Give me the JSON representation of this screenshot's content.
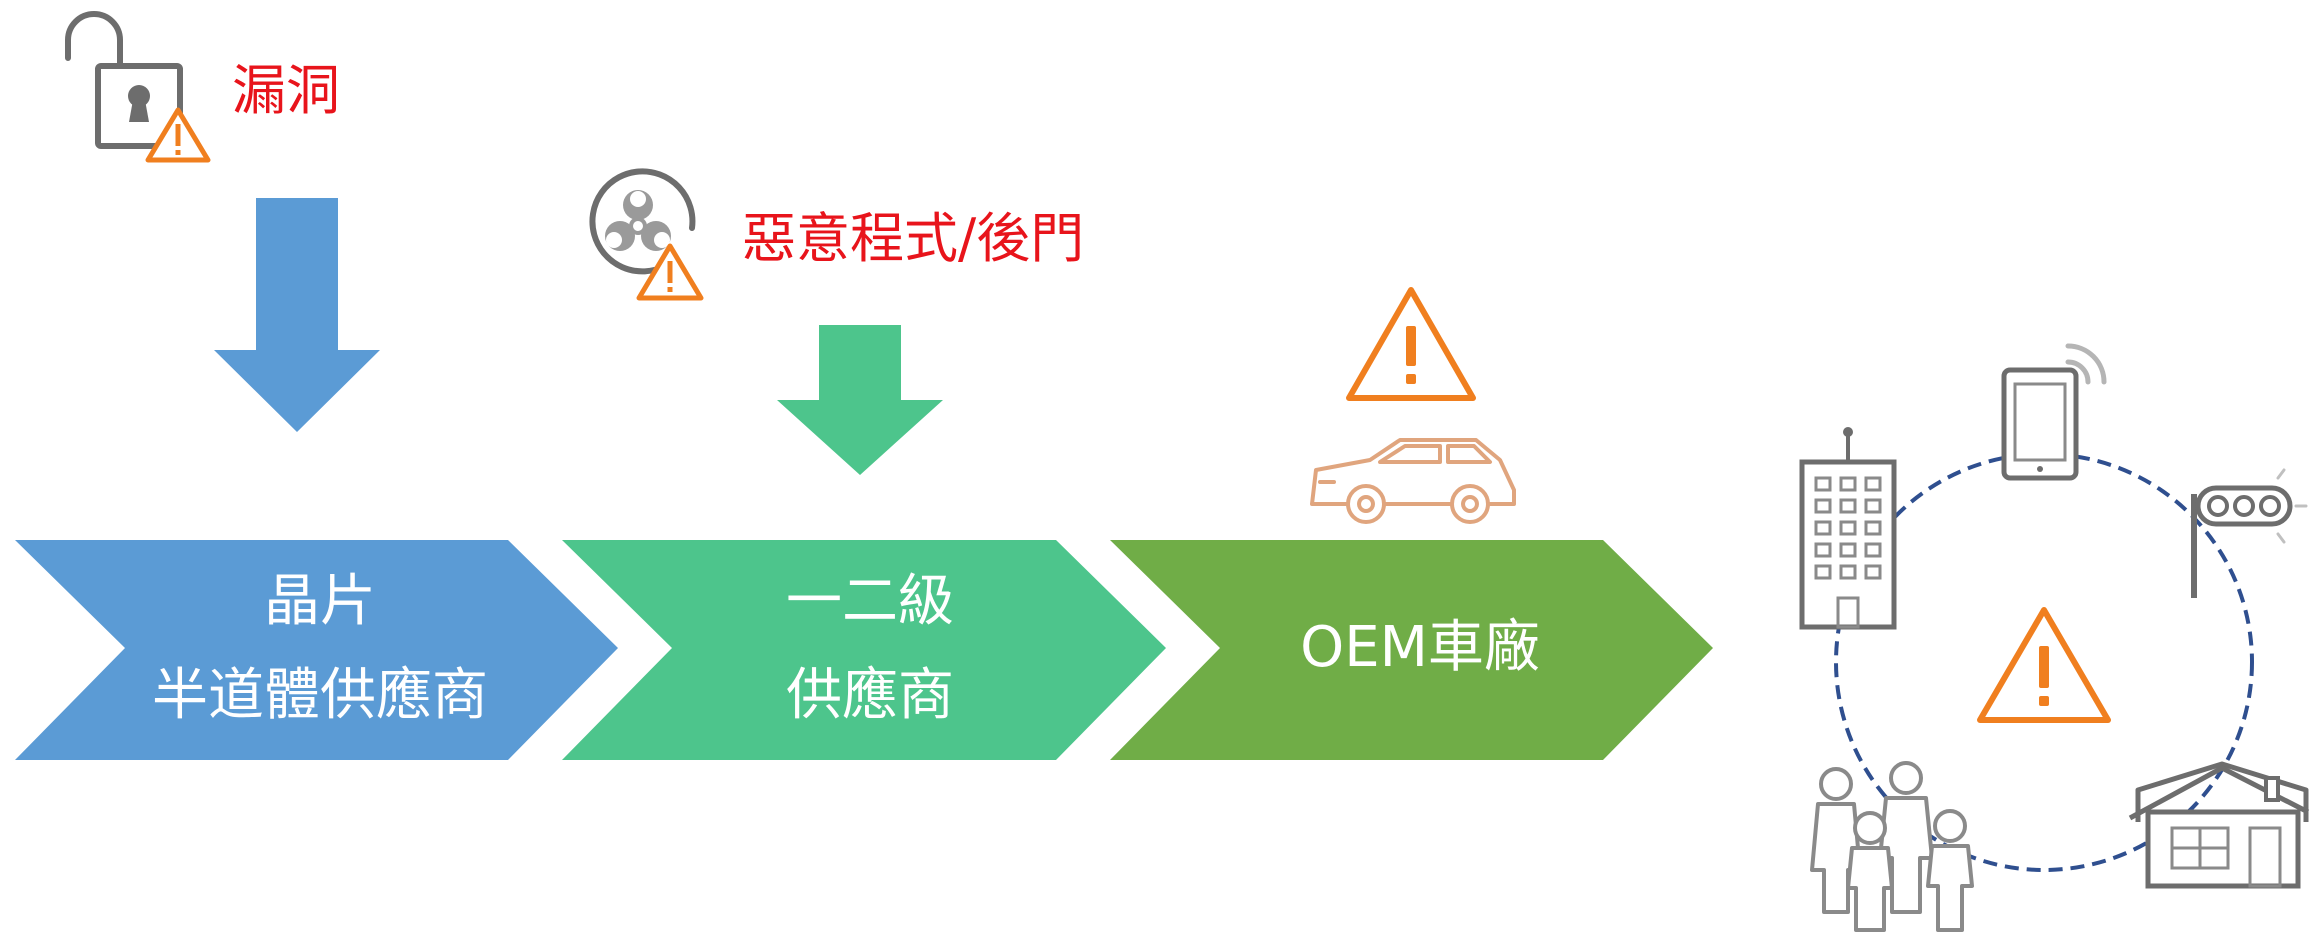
{
  "threats": {
    "vulnerability_label": "漏洞",
    "malware_label": "惡意程式/後門"
  },
  "stages": [
    {
      "line1": "晶片",
      "line2": "半道體供應商",
      "color": "#5b9bd5"
    },
    {
      "line1": "一二級",
      "line2": "供應商",
      "color": "#4dc58c"
    },
    {
      "line1": "OEM車廠",
      "line2": "",
      "color": "#70ad47"
    }
  ],
  "colors": {
    "arrow_blue": "#5b9bd5",
    "arrow_green": "#4dc58c",
    "warning_orange": "#f07f1f",
    "car_outline": "#e0a57e",
    "icon_gray": "#6d6d6d",
    "ring_dash": "#2f4f8f",
    "threat_text": "#e8141b"
  },
  "icons": {
    "vulnerability": "open-padlock-icon",
    "malware": "biohazard-icon",
    "oem_risk": "warning-triangle-icon",
    "vehicle": "car-icon",
    "ecosystem": [
      "building-icon",
      "smartphone-icon",
      "traffic-light-icon",
      "house-icon",
      "family-icon"
    ]
  }
}
